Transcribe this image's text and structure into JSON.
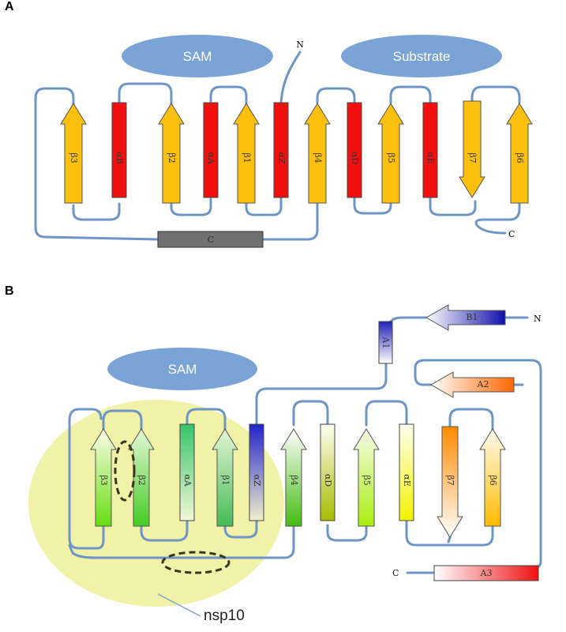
{
  "panels": {
    "a": {
      "label": "A",
      "ligands": [
        "SAM",
        "Substrate"
      ],
      "termini": {
        "n": "N",
        "c": "C"
      },
      "elements": [
        {
          "id": "b3",
          "kind": "strand-up",
          "label": "β3",
          "color": "#fbbf0e"
        },
        {
          "id": "aB",
          "kind": "helix",
          "label": "αB",
          "color": "#f01010"
        },
        {
          "id": "b2",
          "kind": "strand-up",
          "label": "β2",
          "color": "#fbbf0e"
        },
        {
          "id": "aA",
          "kind": "helix",
          "label": "αA",
          "color": "#f01010"
        },
        {
          "id": "b1",
          "kind": "strand-up",
          "label": "β1",
          "color": "#fbbf0e"
        },
        {
          "id": "aZ",
          "kind": "helix",
          "label": "αZ",
          "color": "#f01010"
        },
        {
          "id": "b4",
          "kind": "strand-up",
          "label": "β4",
          "color": "#fbbf0e"
        },
        {
          "id": "aD",
          "kind": "helix",
          "label": "αD",
          "color": "#f01010"
        },
        {
          "id": "b5",
          "kind": "strand-up",
          "label": "β5",
          "color": "#fbbf0e"
        },
        {
          "id": "aE",
          "kind": "helix",
          "label": "αE",
          "color": "#f01010"
        },
        {
          "id": "b7",
          "kind": "strand-down",
          "label": "β7",
          "color": "#fbbf0e"
        },
        {
          "id": "b6",
          "kind": "strand-up",
          "label": "β6",
          "color": "#fbbf0e"
        }
      ],
      "bottom_helix": {
        "label": "C",
        "color": "#707070"
      }
    },
    "b": {
      "label": "B",
      "ligand": "SAM",
      "region_label": "nsp10",
      "termini": {
        "n": "N",
        "c": "C"
      },
      "elements": [
        {
          "id": "b3",
          "kind": "strand-up",
          "label": "β3",
          "color_top": "#fdfde6",
          "color_bottom": "#66dd10"
        },
        {
          "id": "b2",
          "kind": "strand-up",
          "label": "β2",
          "color_top": "#e6f7d8",
          "color_bottom": "#44cc22"
        },
        {
          "id": "aA",
          "kind": "helix",
          "label": "αA",
          "color_top": "#35c46a",
          "color_bottom": "#f4f8d8"
        },
        {
          "id": "b1",
          "kind": "strand-up",
          "label": "β1",
          "color_top": "#e4f5d6",
          "color_bottom": "#44bb55"
        },
        {
          "id": "aZ",
          "kind": "helix",
          "label": "αZ",
          "color_top": "#2222cc",
          "color_bottom": "#f0f0cc"
        },
        {
          "id": "b4",
          "kind": "strand-up",
          "label": "β4",
          "color_top": "#ffffff",
          "color_bottom": "#44bb11"
        },
        {
          "id": "aD",
          "kind": "helix",
          "label": "αD",
          "color_top": "#fffff4",
          "color_bottom": "#a8bb00"
        },
        {
          "id": "b5",
          "kind": "strand-up",
          "label": "β5",
          "color_top": "#f6fce8",
          "color_bottom": "#aaee11"
        },
        {
          "id": "aE",
          "kind": "helix",
          "label": "αE",
          "color_top": "#fffff0",
          "color_bottom": "#f2f200"
        },
        {
          "id": "b7",
          "kind": "strand-down",
          "label": "β7",
          "color_top": "#ff8a00",
          "color_bottom": "#ffffff"
        },
        {
          "id": "b6",
          "kind": "strand-up",
          "label": "β6",
          "color_top": "#fffcf0",
          "color_bottom": "#ffbb00"
        }
      ],
      "top_elements": [
        {
          "id": "B1",
          "kind": "strand-left",
          "label": "B1",
          "color_left": "#ffffff",
          "color_right": "#1010aa"
        },
        {
          "id": "A1",
          "kind": "helix",
          "label": "A1",
          "color_top": "#2020bb",
          "color_bottom": "#ffffff"
        },
        {
          "id": "A2",
          "kind": "strand-left",
          "label": "A2",
          "color_left": "#ffffff",
          "color_right": "#ff6600"
        },
        {
          "id": "A3",
          "kind": "helix-h",
          "label": "A3",
          "color_left": "#ffffff",
          "color_right": "#ee1111"
        }
      ],
      "colors": {
        "region_fill": "#eeee99",
        "dashed_marks": "#3a3320"
      }
    },
    "colors": {
      "loop": "#6d95c6",
      "ligand": "#7aa3d6"
    }
  }
}
